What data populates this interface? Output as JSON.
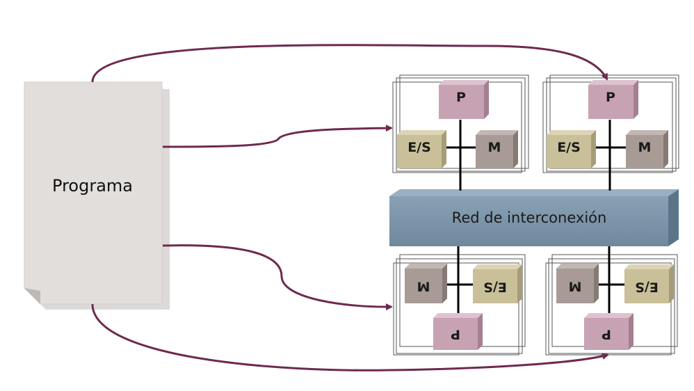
{
  "program": {
    "label": "Programa"
  },
  "network": {
    "label": "Red de interconexión"
  },
  "nodes": [
    {
      "processor": "P",
      "io": "E/S",
      "memory": "M",
      "orientation": "upright"
    },
    {
      "processor": "P",
      "io": "E/S",
      "memory": "M",
      "orientation": "upright"
    },
    {
      "processor": "P",
      "io": "E/S",
      "memory": "M",
      "orientation": "inverted"
    },
    {
      "processor": "P",
      "io": "E/S",
      "memory": "M",
      "orientation": "inverted"
    }
  ],
  "colors": {
    "program_fill": "#e2dedb",
    "network_fill": "#7b93a8",
    "processor_fill": "#c7a2b3",
    "io_fill": "#c9bf98",
    "memory_fill": "#a89b95",
    "arrow": "#6e2a4d"
  }
}
